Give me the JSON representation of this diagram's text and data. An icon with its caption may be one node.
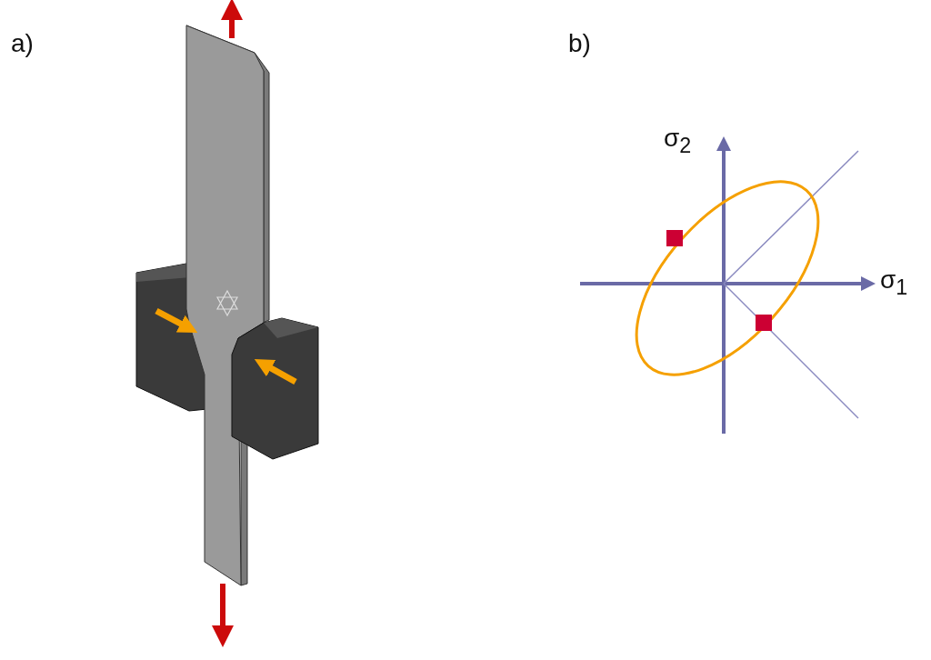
{
  "diagram": {
    "labels": [
      "a)",
      "b)",
      "σ$_{2}$",
      "σ$_{1}$"
    ]
  }
}
